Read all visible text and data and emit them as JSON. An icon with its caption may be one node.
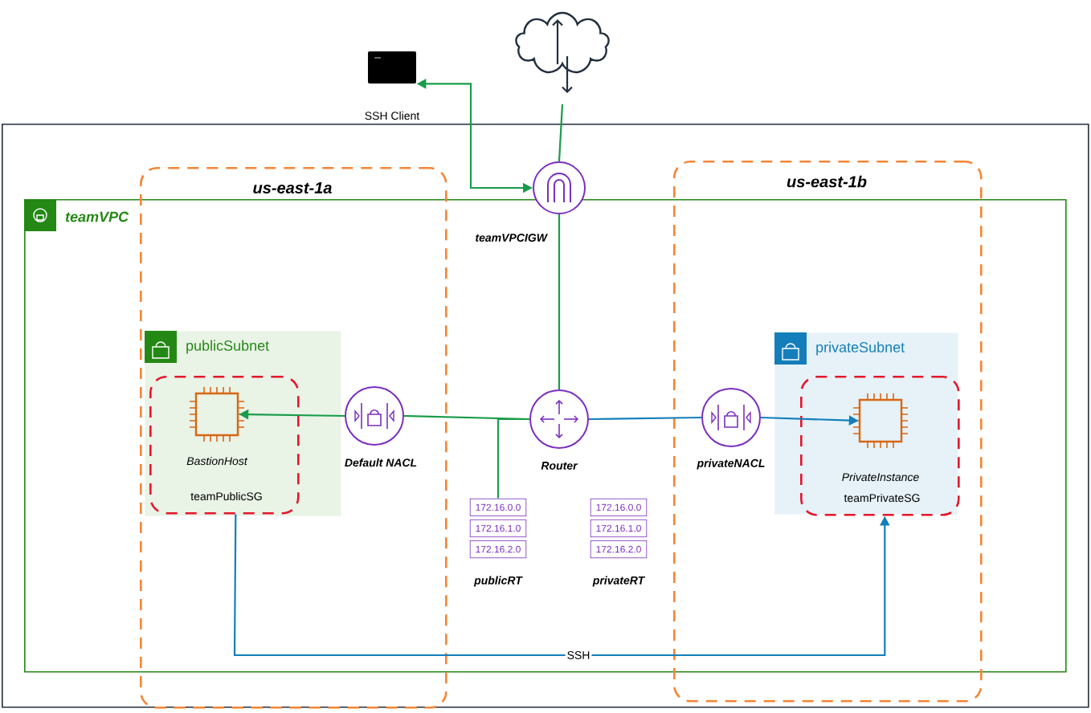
{
  "diagram": {
    "nodes": [
      {
        "text": [],
        "shape": "box"
      },
      {
        "text": [],
        "shape": "cloud"
      },
      {
        "text": [],
        "shape": "box",
        "beside": [
          "SSH Client"
        ]
      },
      {
        "text": [
          "teamVPC"
        ],
        "in": 0
      },
      {
        "text": [
          "us-east-1a"
        ],
        "in": 0
      },
      {
        "text": [
          "us-east-1b"
        ],
        "in": 0
      },
      {
        "text": [],
        "shape": "circle",
        "beside": [
          "teamVPCIGW"
        ],
        "in": 0
      },
      {
        "text": [
          "publicSubnet"
        ],
        "in": 4
      },
      {
        "text": [
          "teamPublicSG"
        ],
        "in": 7
      },
      {
        "text": [],
        "shape": "box",
        "beside": [
          "BastionHost"
        ],
        "in": 8
      },
      {
        "text": [],
        "shape": "circle",
        "beside": [
          "Default NACL"
        ],
        "in": 4
      },
      {
        "text": [],
        "shape": "circle",
        "beside": [
          "Router"
        ],
        "in": 3
      },
      {
        "text": [
          "172.16.0.0",
          "172.16.1.0",
          "172.16.2.0"
        ],
        "beside": [
          "publicRT"
        ],
        "in": 3
      },
      {
        "text": [
          "172.16.0.0",
          "172.16.1.0",
          "172.16.2.0"
        ],
        "beside": [
          "privateRT"
        ],
        "in": 3
      },
      {
        "text": [],
        "shape": "circle",
        "beside": [
          "privateNACL"
        ],
        "in": 5
      },
      {
        "text": [
          "privateSubnet"
        ],
        "in": 5
      },
      {
        "text": [
          "teamPrivateSG"
        ],
        "in": 15
      },
      {
        "text": [],
        "shape": "box",
        "beside": [
          "PrivateInstance"
        ],
        "in": 16
      }
    ],
    "edges": [
      {
        "from": 1,
        "to": 6,
        "arrow": "none"
      },
      {
        "from": 6,
        "to": 2,
        "arrow": "both"
      },
      {
        "from": 6,
        "to": 11,
        "arrow": "none"
      },
      {
        "from": 11,
        "to": 10,
        "arrow": "none"
      },
      {
        "from": 10,
        "to": 9,
        "arrow": "to"
      },
      {
        "from": 12,
        "to": 11,
        "arrow": "none"
      },
      {
        "from": 11,
        "to": 14,
        "arrow": "none",
        "color": "#147eba"
      },
      {
        "from": 14,
        "to": 17,
        "arrow": "to",
        "color": "#147eba"
      },
      {
        "from": 8,
        "to": 16,
        "arrow": "to",
        "label": "SSH",
        "color": "#147eba"
      }
    ]
  }
}
